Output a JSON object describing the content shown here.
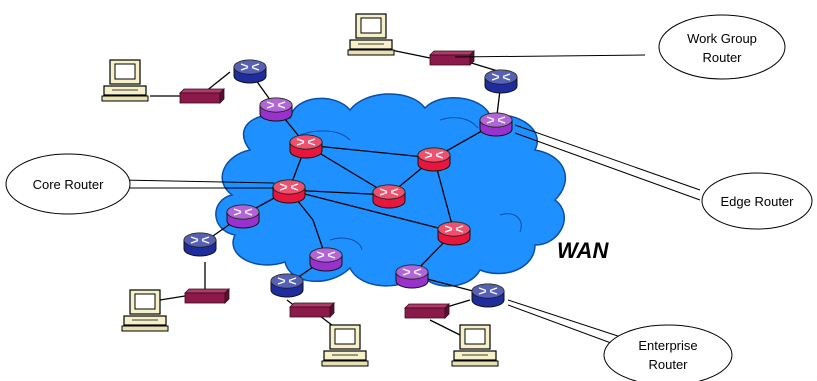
{
  "diagram": {
    "cloud_label": "WAN",
    "callouts": {
      "work_group": [
        "Work Group",
        "Router"
      ],
      "core": [
        "Core Router"
      ],
      "edge": [
        "Edge Router"
      ],
      "enterprise": [
        "Enterprise",
        "Router"
      ]
    },
    "colors": {
      "cloud": "#1e90ff",
      "core_router": "#e8163c",
      "edge_router": "#9932cc",
      "access_router": "#1e2c9e",
      "switch": "#8b1a4a",
      "computer": "#f5f0c8"
    }
  }
}
